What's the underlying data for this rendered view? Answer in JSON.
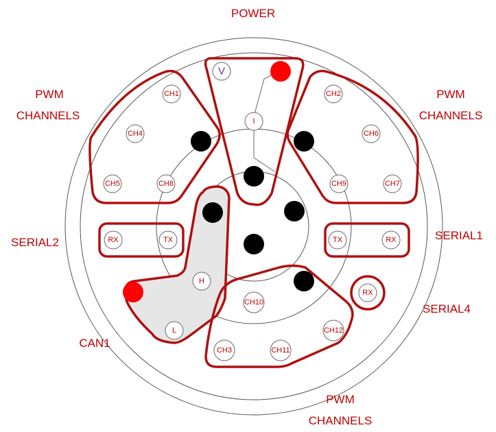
{
  "labels": {
    "power": "POWER",
    "pwm_top_left_1": "PWM",
    "pwm_top_left_2": "CHANNELS",
    "pwm_top_right_1": "PWM",
    "pwm_top_right_2": "CHANNELS",
    "serial2": "SERIAL2",
    "serial1": "SERIAL1",
    "serial4": "SERIAL4",
    "can1": "CAN1",
    "pwm_bottom_1": "PWM",
    "pwm_bottom_2": "CHANNELS"
  },
  "pins": {
    "v": "V",
    "i": "I",
    "ch1": "CH1",
    "ch2": "CH2",
    "ch3": "CH3",
    "ch4": "CH4",
    "ch5": "CH5",
    "ch6": "CH6",
    "ch7": "CH7",
    "ch8": "CH8",
    "ch9": "CH9",
    "ch10": "CH10",
    "ch11": "CH11",
    "ch12": "CH12",
    "serial2_rx": "RX",
    "serial2_tx": "TX",
    "serial1_tx": "TX",
    "serial1_rx": "RX",
    "serial4_rx": "RX",
    "can_h": "H",
    "can_l": "L"
  },
  "colors": {
    "group_outline": "#b01010",
    "label_text": "#c00000",
    "signal_pin": "#ff0000",
    "ground_pin": "#000000",
    "voltage_text": "#7030a0",
    "can_fill": "#e6e6e6"
  }
}
